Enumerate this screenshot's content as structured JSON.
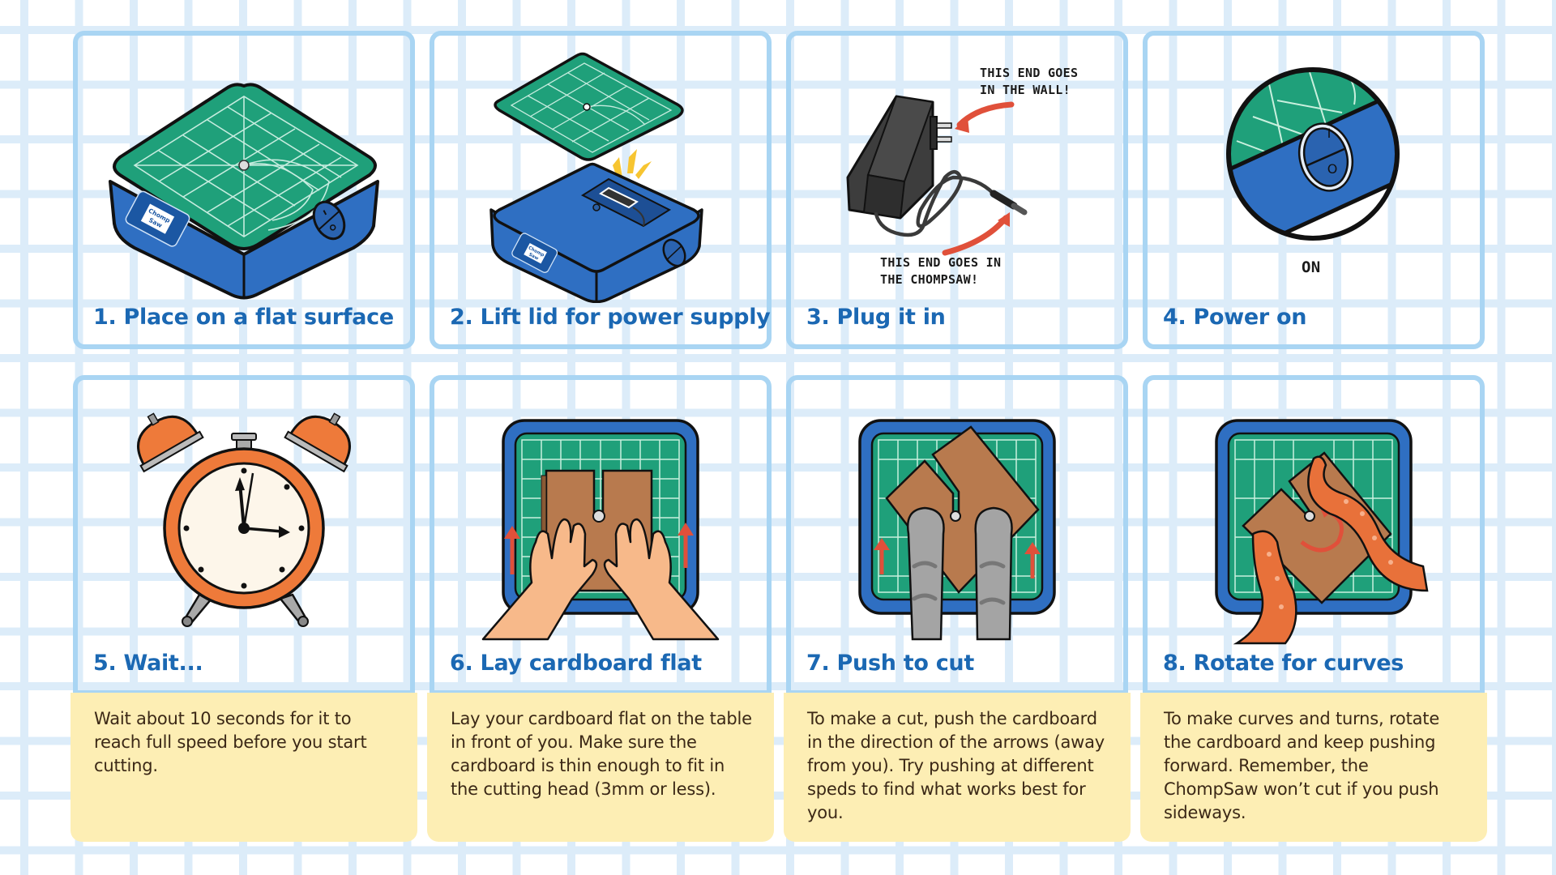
{
  "steps": [
    {
      "number": 1,
      "title": "1. Place on a flat surface",
      "illustration": "chompsaw-device-icon",
      "device_label_line1": "Chomp",
      "device_label_line2": "Saw"
    },
    {
      "number": 2,
      "title": "2. Lift lid for power supply",
      "illustration": "open-lid-power-supply-icon",
      "device_label_line1": "Chomp",
      "device_label_line2": "Saw"
    },
    {
      "number": 3,
      "title": "3. Plug it in",
      "illustration": "power-adapter-icon",
      "annotation_wall_line1": "THIS END GOES",
      "annotation_wall_line2": "IN THE WALL!",
      "annotation_saw_line1": "THIS END GOES IN",
      "annotation_saw_line2": "THE CHOMPSAW!"
    },
    {
      "number": 4,
      "title": "4. Power on",
      "illustration": "power-switch-closeup-icon",
      "switch_on_symbol": "I",
      "switch_off_symbol": "O",
      "caption": "ON"
    },
    {
      "number": 5,
      "title": "5. Wait...",
      "illustration": "alarm-clock-icon",
      "description": "Wait about 10 seconds for it to reach full speed before you start cutting."
    },
    {
      "number": 6,
      "title": "6. Lay cardboard flat",
      "illustration": "hands-on-cardboard-icon",
      "description": "Lay your cardboard flat on the table in front of you. Make sure the cardboard is thin enough to fit in the cutting head (3mm or less)."
    },
    {
      "number": 7,
      "title": "7. Push to cut",
      "illustration": "cat-paws-pushing-icon",
      "description": "To make a cut, push the cardboard in the direction of the arrows (away from you). Try pushing at different speds to find what works best for you."
    },
    {
      "number": 8,
      "title": "8. Rotate for curves",
      "illustration": "tentacles-rotating-icon",
      "description": "To make curves and turns, rotate the cardboard and keep pushing forward. Remember, the ChompSaw won’t cut if you push sideways."
    }
  ],
  "colors": {
    "grid_line": "#dcecf9",
    "card_border": "#a9d5f3",
    "title_text": "#1b68b3",
    "note_background": "#fdeeb4",
    "note_text": "#3b2816",
    "device_blue": "#2f6fc2",
    "mat_green": "#1fa07a",
    "cardboard": "#b87a4e",
    "arrow_red": "#e0503a",
    "clock_orange": "#ee7a3a"
  }
}
